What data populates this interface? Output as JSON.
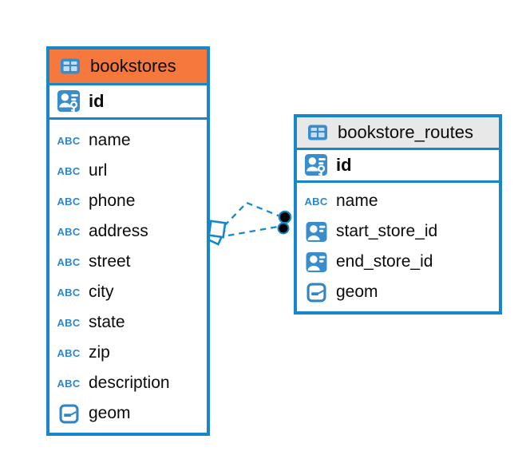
{
  "entities": [
    {
      "name": "bookstores",
      "header_icon": "table-icon",
      "primary_key": {
        "name": "id",
        "icon": "primary-key-user-icon"
      },
      "columns": [
        {
          "name": "name",
          "icon": "text-type-icon"
        },
        {
          "name": "url",
          "icon": "text-type-icon"
        },
        {
          "name": "phone",
          "icon": "text-type-icon"
        },
        {
          "name": "address",
          "icon": "text-type-icon"
        },
        {
          "name": "street",
          "icon": "text-type-icon"
        },
        {
          "name": "city",
          "icon": "text-type-icon"
        },
        {
          "name": "state",
          "icon": "text-type-icon"
        },
        {
          "name": "zip",
          "icon": "text-type-icon"
        },
        {
          "name": "description",
          "icon": "text-type-icon"
        },
        {
          "name": "geom",
          "icon": "geometry-type-icon"
        }
      ]
    },
    {
      "name": "bookstore_routes",
      "header_icon": "table-icon",
      "primary_key": {
        "name": "id",
        "icon": "primary-key-user-icon"
      },
      "columns": [
        {
          "name": "name",
          "icon": "text-type-icon"
        },
        {
          "name": "start_store_id",
          "icon": "foreign-key-user-icon"
        },
        {
          "name": "end_store_id",
          "icon": "foreign-key-user-icon"
        },
        {
          "name": "geom",
          "icon": "geometry-type-icon"
        }
      ]
    }
  ],
  "relationship": {
    "type": "foreign-key",
    "line_style": "dashed",
    "line_count": 2,
    "parent_end_icon": "optional-diamond-icon",
    "child_end_icon": "mandatory-dot-icon"
  },
  "icons": {
    "abc_label": "ABC"
  },
  "colors": {
    "accent": "#1787CA",
    "icon_blue": "#3A8DCB",
    "type_icon_blue": "#2E86C8",
    "line_blue": "#1989CC",
    "bookstores_header_bg": "#F5793D",
    "bookstore_routes_header_bg": "#E8E8E8",
    "relationship_dot": "#000000"
  }
}
